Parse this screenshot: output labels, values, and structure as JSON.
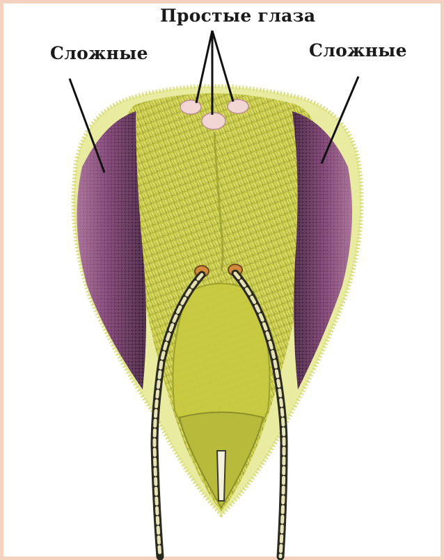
{
  "labels": {
    "simple_eyes": "Простые глаза",
    "compound_left": "Сложные",
    "compound_right": "Сложные"
  },
  "colors": {
    "frame": "#f3d3bf",
    "head_fur": "#c9cc45",
    "compound_eye": "#6e3a66",
    "simple_eye": "#f2d6d4",
    "antenna": "#2b2a1e"
  }
}
